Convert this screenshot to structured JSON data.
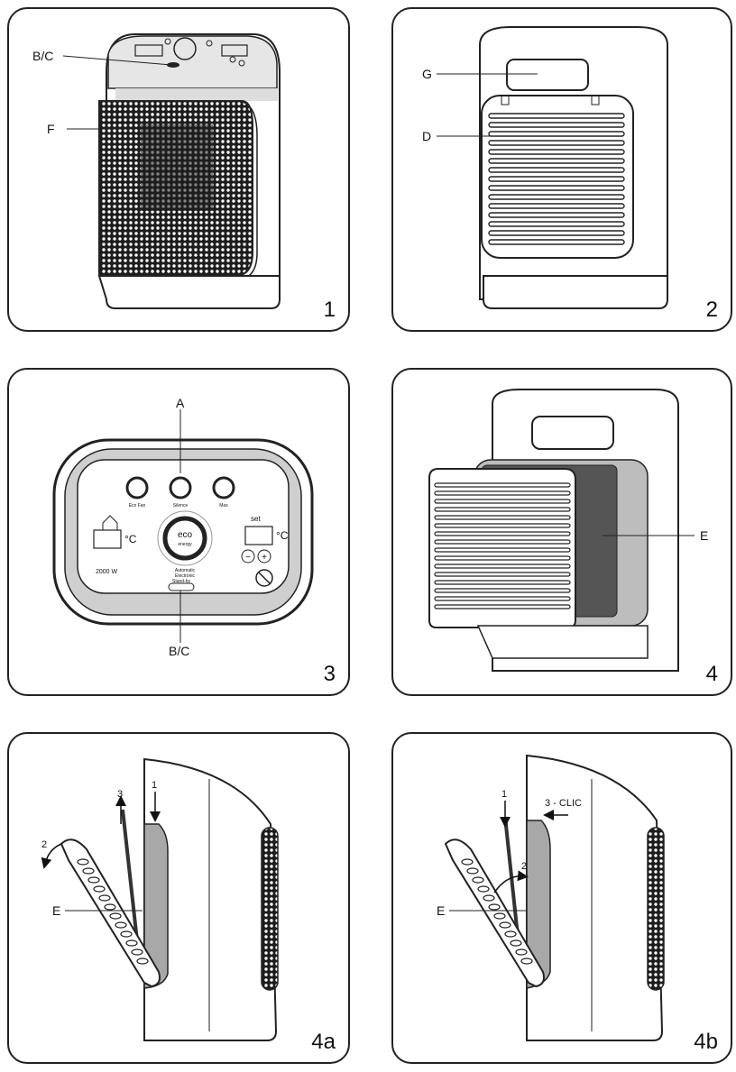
{
  "panels": [
    {
      "number": "1",
      "labels": {
        "bc": "B/C",
        "f": "F"
      }
    },
    {
      "number": "2",
      "labels": {
        "g": "G",
        "d": "D"
      }
    },
    {
      "number": "3",
      "labels": {
        "a": "A",
        "bc": "B/C"
      },
      "control_panel": {
        "btn_ecofan": "Eco Fan",
        "btn_silence": "Silence",
        "btn_max": "Max",
        "unit_left": "°C",
        "unit_right": "°C",
        "set": "set",
        "power": "2000 W",
        "eco": "eco",
        "energy": "energy",
        "auto1": "Automatic",
        "auto2": "Electronic",
        "standby": "Stand-by",
        "minus": "−",
        "plus": "+"
      }
    },
    {
      "number": "4",
      "labels": {
        "e": "E"
      }
    },
    {
      "number": "4a",
      "labels": {
        "e": "E",
        "s1": "1",
        "s2": "2",
        "s3": "3"
      }
    },
    {
      "number": "4b",
      "labels": {
        "e": "E",
        "s1": "1",
        "s2": "2",
        "s3": "3 - CLIC"
      }
    }
  ],
  "colors": {
    "line": "#222222",
    "grey": "#a8a8a8",
    "dark": "#555555"
  }
}
